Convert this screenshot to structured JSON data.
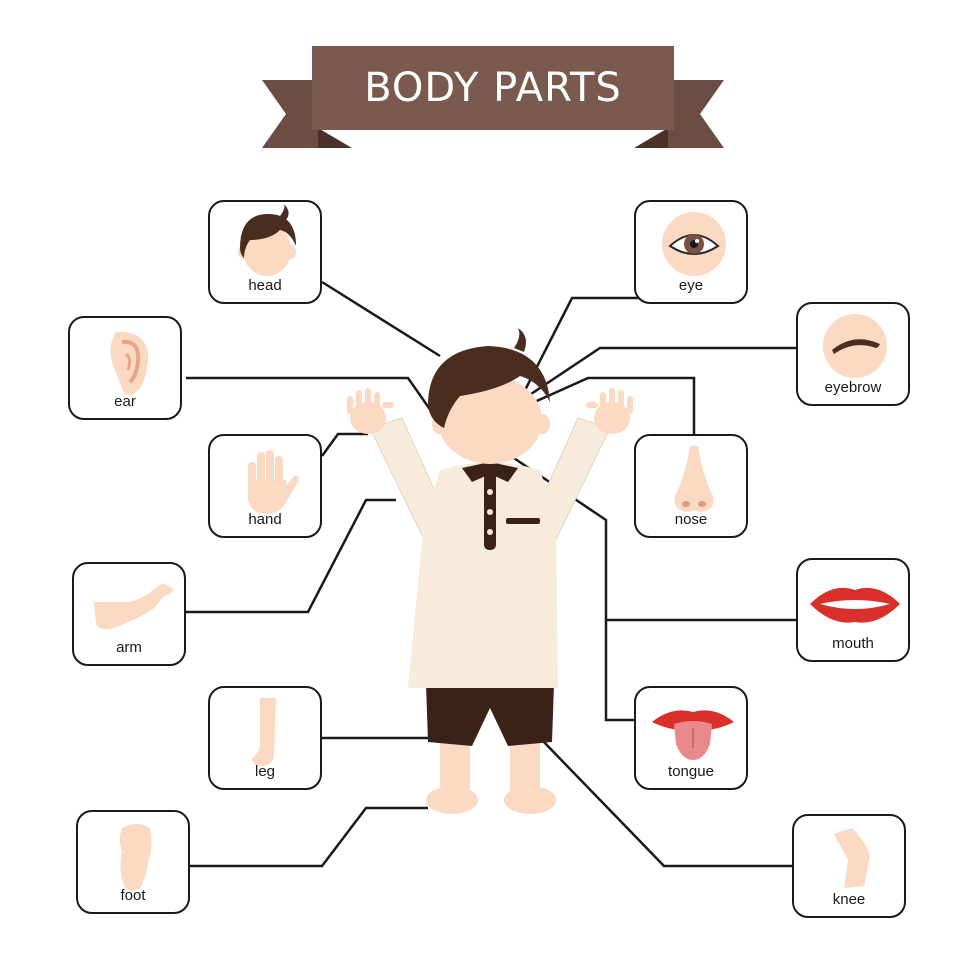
{
  "title": "BODY PARTS",
  "labels": {
    "head": "head",
    "eye": "eye",
    "ear": "ear",
    "eyebrow": "eyebrow",
    "hand": "hand",
    "nose": "nose",
    "arm": "arm",
    "mouth": "mouth",
    "leg": "leg",
    "tongue": "tongue",
    "foot": "foot",
    "knee": "knee"
  },
  "colors": {
    "banner": "#7a5a4f",
    "banner_shadow": "#4a3129",
    "outline": "#1a1a1a",
    "skin": "#fbd9c2",
    "skin_shade": "#f0b89a",
    "hair": "#4a2d1f",
    "kurta": "#f7ebdc",
    "shorts": "#3b2218",
    "lips": "#d9302c",
    "tongue": "#e98a8a"
  },
  "icons": [
    "head-icon",
    "eye-icon",
    "ear-icon",
    "eyebrow-icon",
    "hand-icon",
    "nose-icon",
    "arm-icon",
    "mouth-icon",
    "leg-icon",
    "tongue-icon",
    "foot-icon",
    "knee-icon",
    "boy-illustration"
  ]
}
